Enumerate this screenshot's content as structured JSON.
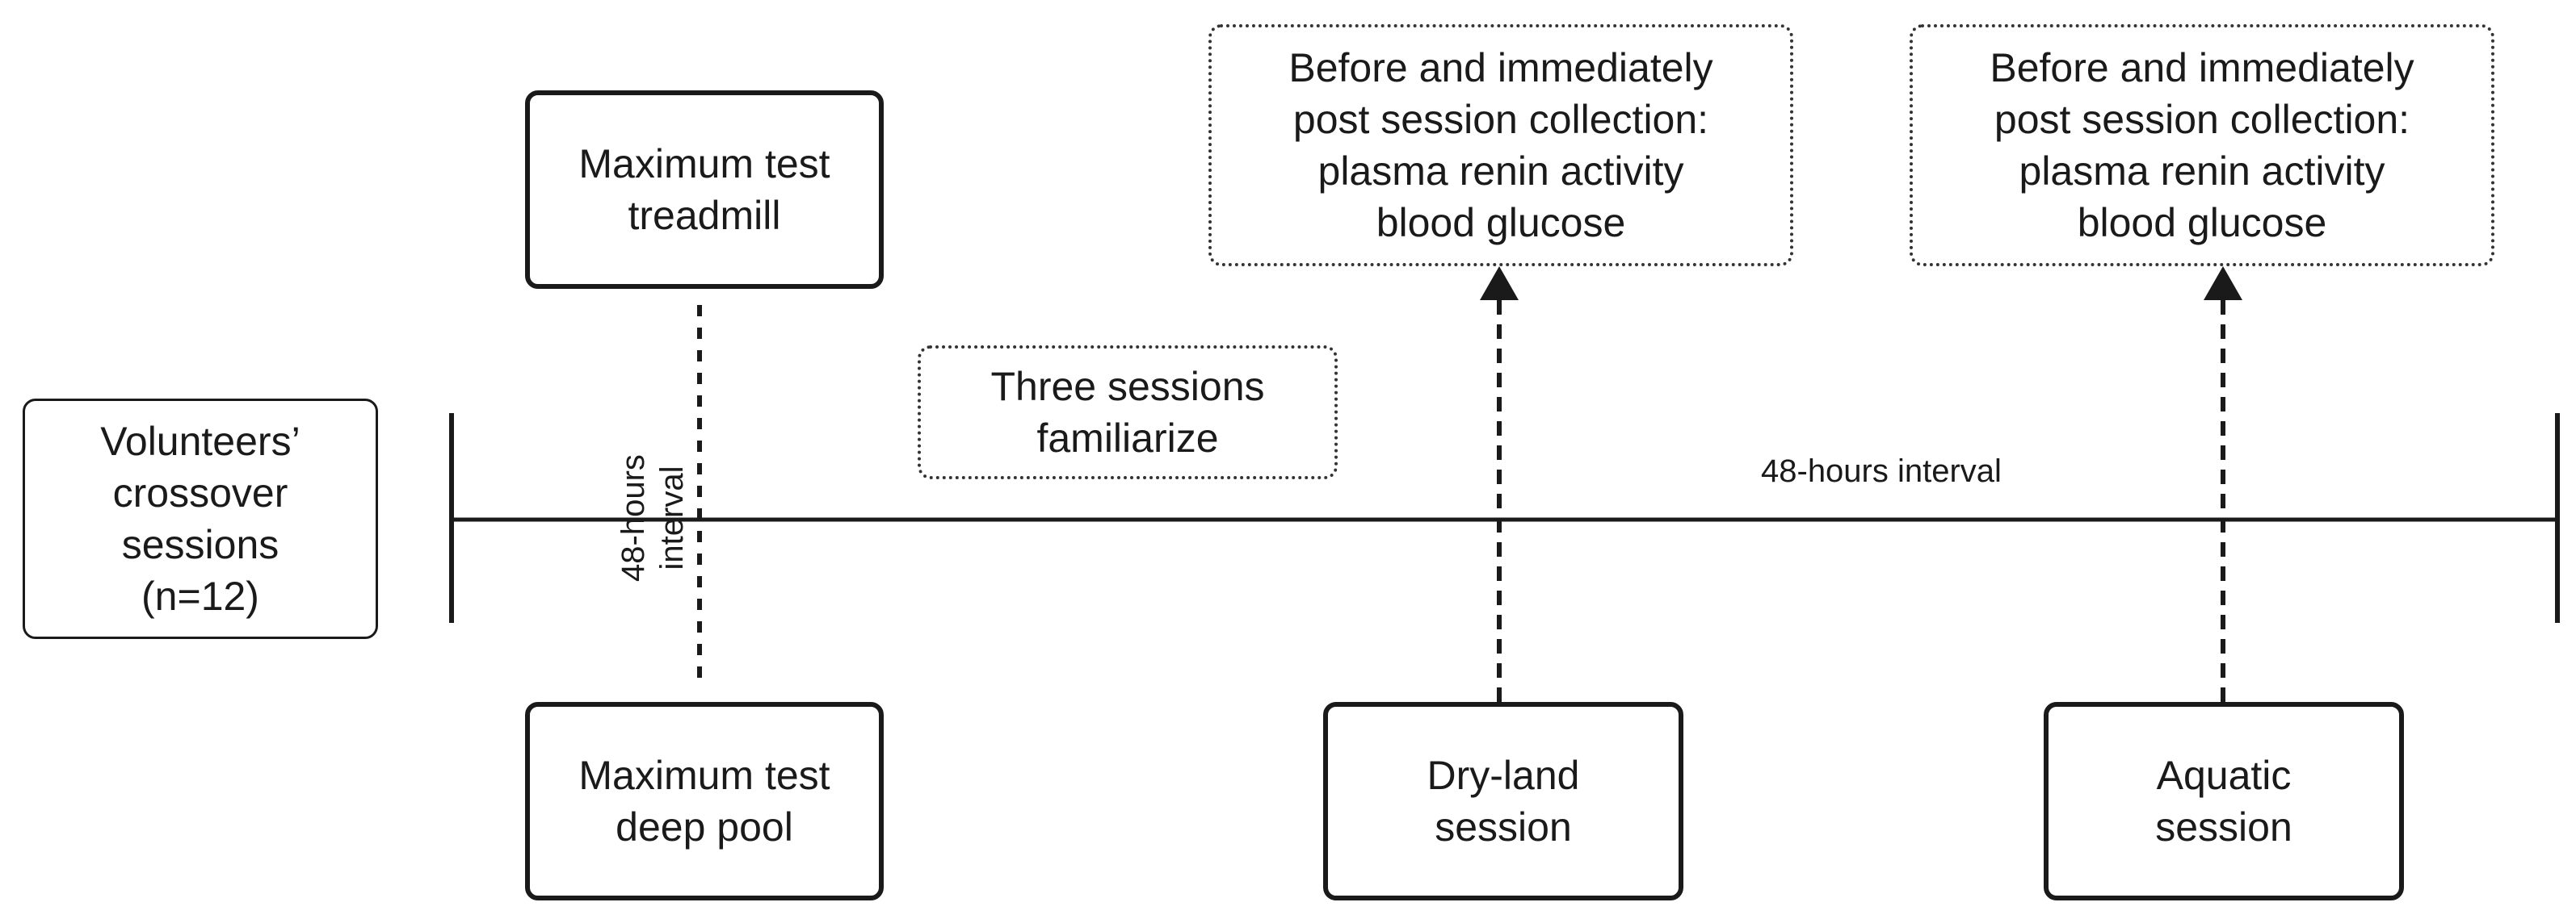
{
  "volunteers_box": {
    "lines": [
      "Volunteers’",
      "crossover",
      "sessions",
      "(n=12)"
    ]
  },
  "max_test_treadmill": {
    "lines": [
      "Maximum test",
      "treadmill"
    ]
  },
  "max_test_pool": {
    "lines": [
      "Maximum test",
      "deep pool"
    ]
  },
  "familiarize_box": {
    "lines": [
      "Three sessions",
      "familiarize"
    ]
  },
  "collection_box_dry": {
    "lines": [
      "Before and immediately",
      "post session collection:",
      "plasma renin activity",
      "blood glucose"
    ]
  },
  "collection_box_aquatic": {
    "lines": [
      "Before and immediately",
      "post session collection:",
      "plasma renin activity",
      "blood glucose"
    ]
  },
  "dry_land_box": {
    "lines": [
      "Dry-land",
      "session"
    ]
  },
  "aquatic_box": {
    "lines": [
      "Aquatic",
      "session"
    ]
  },
  "interval_vertical": {
    "lines": [
      "48-hours",
      "interval"
    ]
  },
  "interval_horizontal": {
    "label": "48-hours interval"
  },
  "colors": {
    "stroke": "#1a1a1a",
    "background": "#ffffff"
  }
}
